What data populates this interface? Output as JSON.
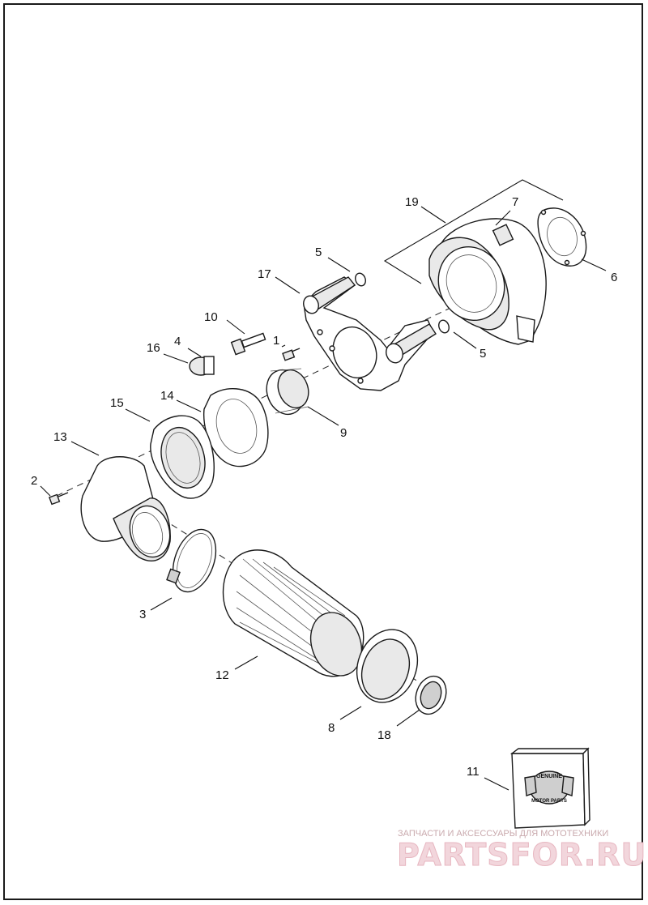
{
  "callouts": {
    "c1": "1",
    "c2": "2",
    "c3": "3",
    "c4": "4",
    "c5a": "5",
    "c5b": "5",
    "c6": "6",
    "c7": "7",
    "c8": "8",
    "c9": "9",
    "c10": "10",
    "c11": "11",
    "c12": "12",
    "c13": "13",
    "c14": "14",
    "c15": "15",
    "c16": "16",
    "c17": "17",
    "c18": "18",
    "c19": "19"
  },
  "watermark": {
    "tagline": "ЗАПЧАСТИ И АКСЕССУАРЫ ДЛЯ МОТОТЕХНИКИ",
    "brand": "PARTSFOR.RU"
  },
  "logo_text": {
    "top": "GENUINE",
    "bottom": "MOTOR PARTS"
  },
  "colors": {
    "line": "#1a1a1a",
    "watermark": "#f2d6dc"
  }
}
